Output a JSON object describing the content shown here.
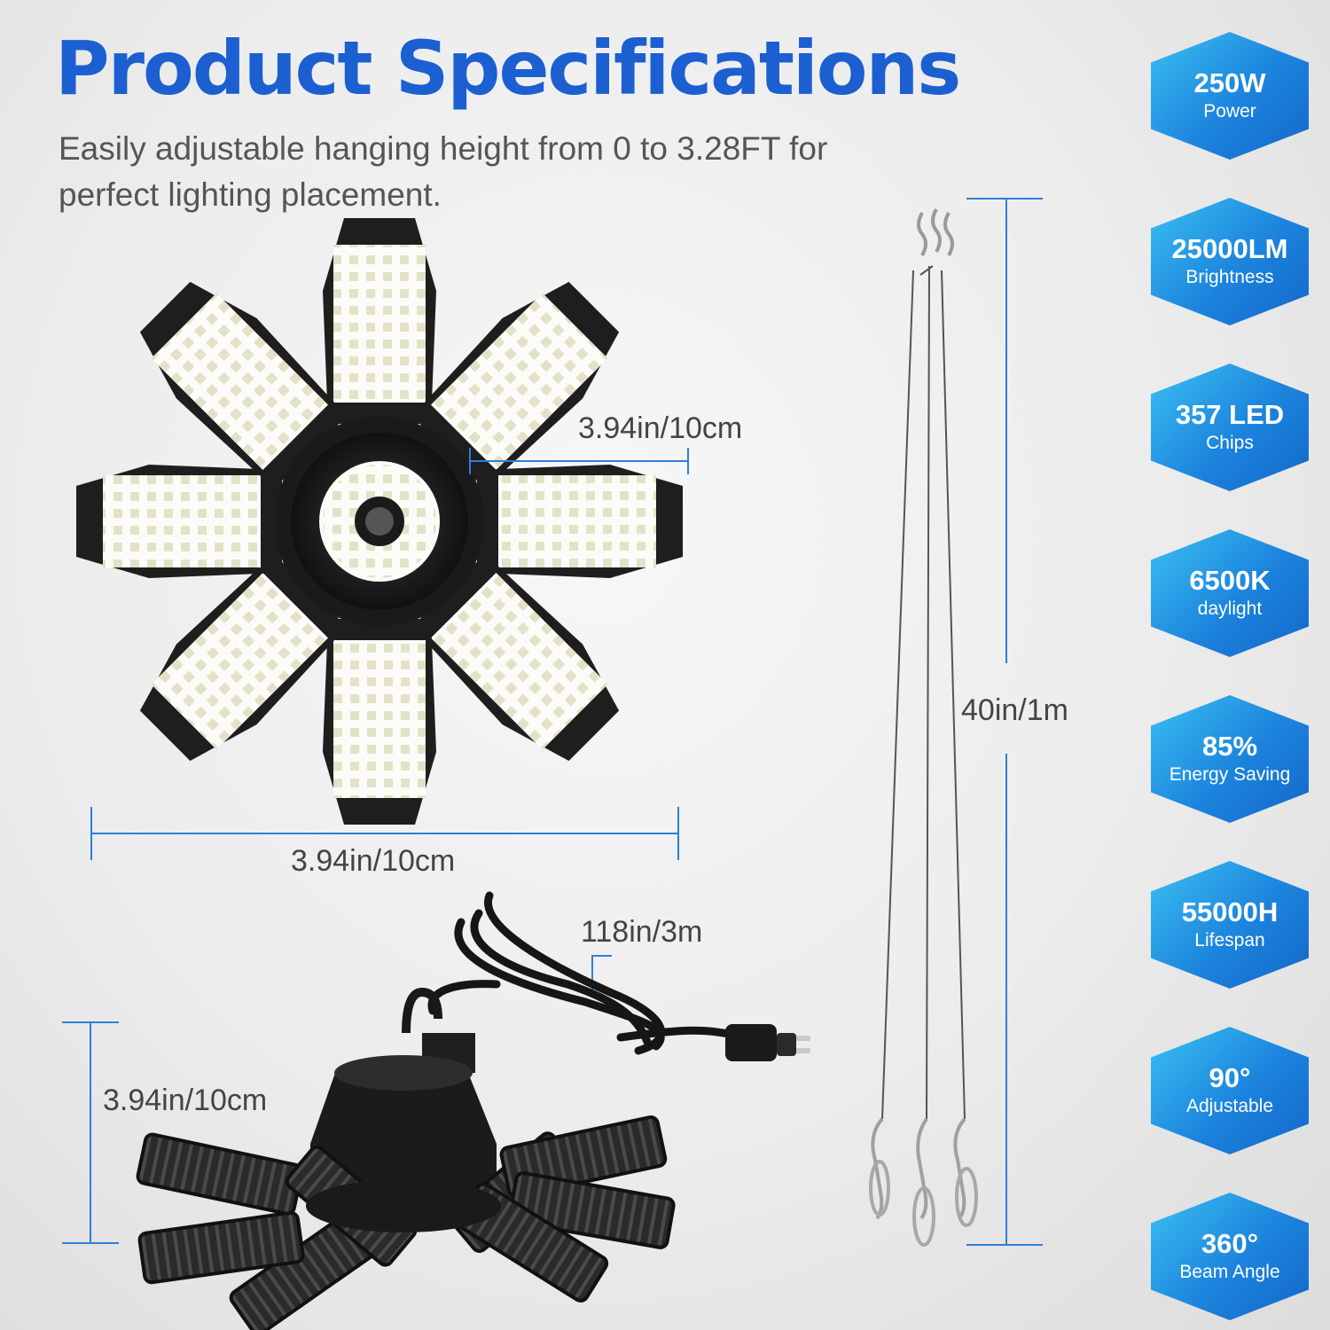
{
  "header": {
    "title": "Product Specifications",
    "subtitle": "Easily adjustable hanging height from 0 to 3.28FT for perfect lighting placement."
  },
  "dimensions": {
    "panel_width": "3.94in/10cm",
    "overall_width": "3.94in/10cm",
    "cord_length": "118in/3m",
    "hanger_length": "40in/1m",
    "body_height": "3.94in/10cm"
  },
  "specs": [
    {
      "value": "250W",
      "label": "Power"
    },
    {
      "value": "25000LM",
      "label": "Brightness"
    },
    {
      "value": "357 LED",
      "label": "Chips"
    },
    {
      "value": "6500K",
      "label": "daylight"
    },
    {
      "value": "85%",
      "label": "Energy Saving"
    },
    {
      "value": "55000H",
      "label": "Lifespan"
    },
    {
      "value": "90°",
      "label": "Adjustable"
    },
    {
      "value": "360°",
      "label": "Beam Angle"
    }
  ],
  "colors": {
    "title": "#1b5fd0",
    "badge_light": "#3bc0f2",
    "badge_dark": "#1467c9",
    "dimension_line": "#2f7fd6"
  }
}
